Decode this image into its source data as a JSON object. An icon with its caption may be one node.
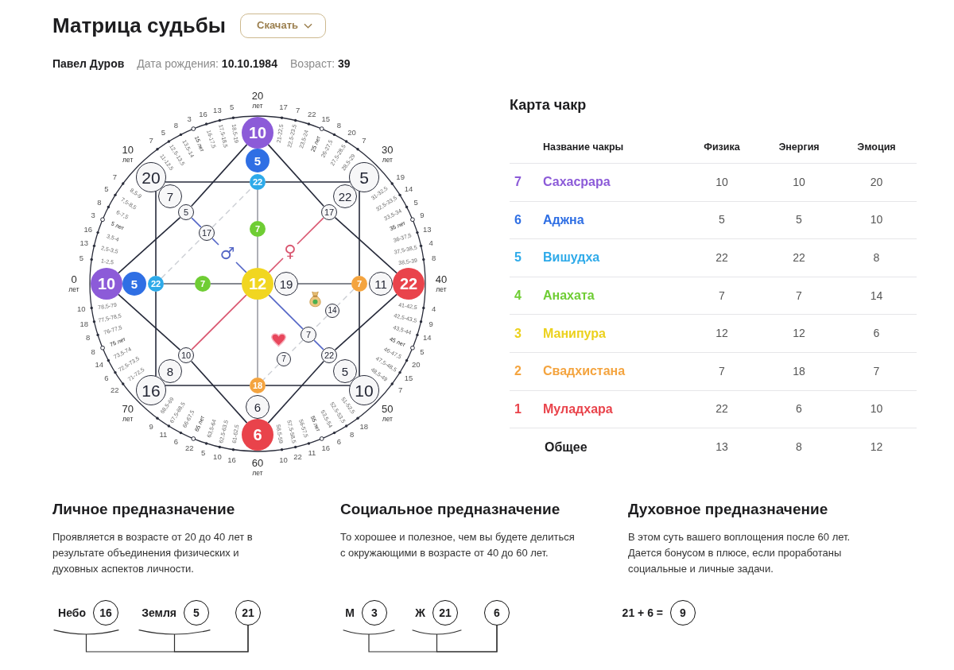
{
  "diagram": {
    "title": "Матрица судьбы",
    "nodes": [
      {
        "text": [
          "Скачать"
        ]
      },
      {
        "text": [
          "10"
        ]
      },
      {
        "text": [
          "5"
        ]
      },
      {
        "text": [
          "20"
        ]
      },
      {
        "text": [
          "5"
        ]
      },
      {
        "text": [
          "22"
        ]
      },
      {
        "text": [
          "7"
        ]
      },
      {
        "text": [
          "22"
        ]
      },
      {
        "text": [
          "5"
        ]
      },
      {
        "text": [
          "17"
        ]
      },
      {
        "text": [
          "17"
        ]
      },
      {
        "text": [
          "7"
        ]
      },
      {
        "text": [
          "10"
        ]
      },
      {
        "text": [
          "5"
        ]
      },
      {
        "text": [
          "22"
        ]
      },
      {
        "text": [
          "7"
        ]
      },
      {
        "text": [
          "12"
        ]
      },
      {
        "text": [
          "19"
        ]
      },
      {
        "text": [
          "7"
        ]
      },
      {
        "text": [
          "11"
        ]
      },
      {
        "text": [
          "22"
        ]
      },
      {
        "text": [
          "14"
        ]
      },
      {
        "text": [
          "7"
        ]
      },
      {
        "text": [
          "10"
        ]
      },
      {
        "text": [
          "7"
        ]
      },
      {
        "text": [
          "22"
        ]
      },
      {
        "text": [
          "8"
        ]
      },
      {
        "text": [
          "5"
        ]
      },
      {
        "text": [
          "16"
        ]
      },
      {
        "text": [
          "18"
        ]
      },
      {
        "text": [
          "10"
        ]
      },
      {
        "text": [
          "6"
        ]
      },
      {
        "text": [
          "6"
        ]
      },
      {
        "text": [
          "16"
        ],
        "beside": [
          "Небо"
        ]
      },
      {
        "text": [
          "5"
        ],
        "beside": [
          "Земля"
        ]
      },
      {
        "text": [
          "21"
        ]
      },
      {
        "text": [
          "3"
        ],
        "beside": [
          "М"
        ]
      },
      {
        "text": [
          "21"
        ],
        "beside": [
          "Ж"
        ]
      },
      {
        "text": [
          "6"
        ]
      },
      {
        "text": [
          "9"
        ],
        "beside": [
          "21 + 6 ="
        ]
      },
      {
        "text": [
          "♂"
        ]
      },
      {
        "text": [
          "♀"
        ]
      },
      {
        "text": [],
        "shape": "bracket"
      },
      {
        "text": [],
        "shape": "bracket"
      },
      {
        "text": [],
        "shape": "bracket"
      },
      {
        "text": [],
        "shape": "bracket"
      }
    ],
    "edges": [
      {
        "from": 3,
        "to": 5,
        "arrow": "none"
      },
      {
        "from": 5,
        "to": 4,
        "arrow": "none"
      },
      {
        "from": 4,
        "to": 18,
        "arrow": "none"
      },
      {
        "from": 18,
        "to": 30,
        "arrow": "none"
      },
      {
        "from": 28,
        "to": 29,
        "arrow": "none"
      },
      {
        "from": 29,
        "to": 30,
        "arrow": "none"
      },
      {
        "from": 3,
        "to": 14,
        "arrow": "none"
      },
      {
        "from": 14,
        "to": 28,
        "arrow": "none"
      },
      {
        "from": 1,
        "to": 9,
        "arrow": "none"
      },
      {
        "from": 9,
        "to": 20,
        "arrow": "none"
      },
      {
        "from": 20,
        "to": 25,
        "arrow": "none"
      },
      {
        "from": 25,
        "to": 32,
        "arrow": "none"
      },
      {
        "from": 32,
        "to": 23,
        "arrow": "none"
      },
      {
        "from": 23,
        "to": 12,
        "arrow": "none"
      },
      {
        "from": 12,
        "to": 8,
        "arrow": "none"
      },
      {
        "from": 8,
        "to": 1,
        "arrow": "none"
      },
      {
        "from": 8,
        "to": 10,
        "arrow": "none",
        "color": "#5466c6"
      },
      {
        "from": 10,
        "to": 40,
        "arrow": "none",
        "color": "#5466c6"
      },
      {
        "from": 40,
        "to": 16,
        "arrow": "none",
        "color": "#5466c6"
      },
      {
        "from": 16,
        "to": 22,
        "arrow": "none",
        "color": "#5466c6"
      },
      {
        "from": 22,
        "to": 25,
        "arrow": "none",
        "color": "#5466c6"
      },
      {
        "from": 9,
        "to": 41,
        "arrow": "none",
        "color": "#d9556f"
      },
      {
        "from": 41,
        "to": 16,
        "arrow": "none",
        "color": "#d9556f"
      },
      {
        "from": 16,
        "to": 23,
        "arrow": "none",
        "color": "#d9556f"
      },
      {
        "from": 5,
        "to": 11,
        "arrow": "none",
        "color": "#9a9ca4"
      },
      {
        "from": 11,
        "to": 16,
        "arrow": "none",
        "color": "#9a9ca4"
      },
      {
        "from": 16,
        "to": 29,
        "arrow": "none",
        "color": "#9a9ca4"
      },
      {
        "from": 14,
        "to": 15,
        "arrow": "none",
        "color": "#5d606b"
      },
      {
        "from": 15,
        "to": 16,
        "arrow": "none",
        "color": "#5d606b"
      },
      {
        "from": 17,
        "to": 18,
        "arrow": "none",
        "color": "#5d606b"
      },
      {
        "from": 14,
        "to": 10,
        "arrow": "none",
        "style": "dashed",
        "color": "#c9ccd2"
      },
      {
        "from": 10,
        "to": 5,
        "arrow": "none",
        "style": "dashed",
        "color": "#c9ccd2"
      },
      {
        "from": 18,
        "to": 21,
        "arrow": "none",
        "style": "dashed",
        "color": "#c9ccd2"
      },
      {
        "from": 21,
        "to": 22,
        "arrow": "none",
        "style": "dashed",
        "color": "#c9ccd2"
      },
      {
        "from": 22,
        "to": 24,
        "arrow": "none",
        "style": "dashed",
        "color": "#c9ccd2"
      },
      {
        "from": 24,
        "to": 29,
        "arrow": "none",
        "style": "dashed",
        "color": "#c9ccd2"
      },
      {
        "from": 42,
        "to": 35,
        "arrow": "none"
      },
      {
        "from": 43,
        "to": 35,
        "arrow": "none"
      },
      {
        "from": 44,
        "to": 38,
        "arrow": "none"
      },
      {
        "from": 45,
        "to": 38,
        "arrow": "none"
      }
    ],
    "labels": [
      "Павел Дуров",
      "Дата рождения: **10.10.1984**",
      "Возраст: **39**",
      "0 лет",
      "5",
      "1-2,5",
      "13",
      "2,5-3,5",
      "16",
      "3,5-4",
      "3",
      "5 лет",
      "8",
      "6-7,5",
      "5",
      "7,5-8,5",
      "7",
      "8,5-9",
      "10 лет",
      "7",
      "11-12,5",
      "5",
      "12,5-13,5",
      "8",
      "13,5-14",
      "3",
      "15 лет",
      "16",
      "16-17,5",
      "13",
      "17,5-18,5",
      "5",
      "18,5-19",
      "20 лет",
      "17",
      "21-22,5",
      "7",
      "22,5-23,5",
      "22",
      "23,5-24",
      "15",
      "25 лет",
      "8",
      "26-27,5",
      "20",
      "27,5-28,5",
      "7",
      "28,5-29",
      "30 лет",
      "19",
      "31-32,5",
      "14",
      "32,5-33,5",
      "5",
      "33,5-34",
      "9",
      "35 лет",
      "13",
      "36-37,5",
      "4",
      "37,5-38,5",
      "8",
      "38,5-39",
      "40 лет",
      "4",
      "41-42,5",
      "9",
      "42,5-43,5",
      "14",
      "43,5-44",
      "5",
      "45 лет",
      "20",
      "46-47,5",
      "15",
      "47,5-48,5",
      "7",
      "48,5-49",
      "50 лет",
      "18",
      "51-52,5",
      "8",
      "52,5-53,5",
      "6",
      "53,5-54",
      "16",
      "55 лет",
      "11",
      "56-57,5",
      "22",
      "57,5-58,5",
      "10",
      "58,5-59",
      "60 лет",
      "16",
      "61-62,5",
      "10",
      "62,5-63,5",
      "5",
      "63,5-64",
      "22",
      "65 лет",
      "6",
      "66-67,5",
      "11",
      "67,5-68,5",
      "9",
      "68,5-69",
      "70 лет",
      "22",
      "71-72,5",
      "6",
      "72,5-73,5",
      "14",
      "73,5-74",
      "8",
      "75 лет",
      "8",
      "76-77,5",
      "18",
      "77,5-78,5",
      "10",
      "78,5-79",
      "Карта чакр",
      "Название чакры",
      "Физика",
      "Энергия",
      "Эмоция",
      "7",
      "Сахасрара",
      "10",
      "10",
      "20",
      "6",
      "Аджна",
      "5",
      "5",
      "10",
      "5",
      "Вишудха",
      "22",
      "22",
      "8",
      "4",
      "Анахата",
      "7",
      "7",
      "14",
      "3",
      "Манипура",
      "12",
      "12",
      "6",
      "2",
      "Свадхистана",
      "7",
      "18",
      "7",
      "1",
      "Муладхара",
      "22",
      "6",
      "10",
      "Общее",
      "13",
      "8",
      "12",
      "Личное предназначение",
      "Проявляется в возрасте от 20 до 40 лет в результате объединения физических и духовных аспектов личности.",
      "Социальное предназначение",
      "То хорошее и полезное, чем вы будете делиться с окружающими в возрасте от 40 до 60 лет.",
      "Духовное предназначение",
      "В этом суть вашего воплощения после 60 лет. Дается бонусом в плюсе, если проработаны социальные и личные задачи."
    ]
  }
}
